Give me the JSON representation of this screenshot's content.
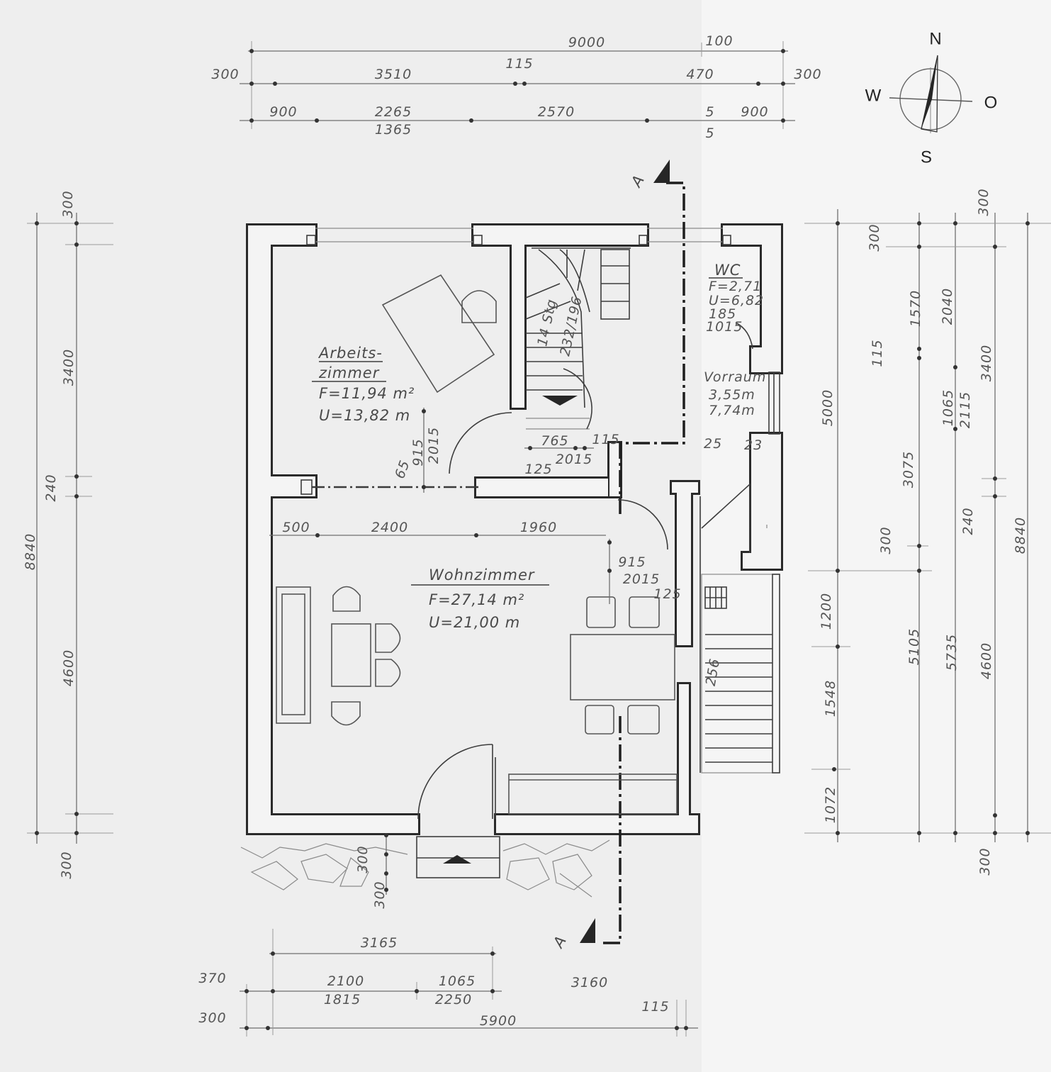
{
  "compass": {
    "north": "N",
    "west": "W",
    "east": "O",
    "south": "S"
  },
  "section": {
    "top_label": "A",
    "bottom_label": "A"
  },
  "dims": {
    "top": {
      "row1": [
        "9000",
        "100"
      ],
      "row2": [
        "300",
        "3510",
        "115",
        "470",
        "300"
      ],
      "row3": [
        "900",
        "2265",
        "1365",
        "2570",
        "5",
        "5",
        "900"
      ]
    },
    "left": [
      "300",
      "3400",
      "240",
      "8840",
      "4600",
      "300"
    ],
    "right": {
      "stair_column": [
        "5000",
        "1200",
        "1548",
        "1072"
      ],
      "column_a": [
        "300",
        "115",
        "3075",
        "300"
      ],
      "column_b": [
        "1570",
        "1065",
        "5105"
      ],
      "column_c": [
        "2040",
        "2115",
        "5735"
      ],
      "column_d": [
        "300",
        "3400",
        "240",
        "4600",
        "300"
      ],
      "total": "8840"
    },
    "living_row": [
      "500",
      "2400",
      "1960"
    ],
    "entrance_steps": [
      "300",
      "300"
    ],
    "bottom": {
      "row1": [
        "3165"
      ],
      "row2": [
        "370",
        "2100",
        "1815",
        "1065",
        "2250",
        "3160"
      ],
      "row3": [
        "300",
        "5900",
        "115"
      ]
    }
  },
  "rooms": {
    "study": {
      "name_line1": "Arbeits-",
      "name_line2": "zimmer",
      "area": "F=11,94 m²",
      "perimeter": "U=13,82 m"
    },
    "living": {
      "name": "Wohnzimmer",
      "area": "F=27,14 m²",
      "perimeter": "U=21,00 m"
    },
    "wc": {
      "name": "WC",
      "area": "F=2,71",
      "perimeter": "U=6,82",
      "window_width": "185",
      "window_height": "1015"
    },
    "vestibule": {
      "name": "Vorraum",
      "area": "3,55m",
      "perimeter": "7,74m",
      "marks": [
        "25",
        "23"
      ]
    }
  },
  "stair": {
    "steps": "14 Stg",
    "rise_run": "232/196",
    "cellar_stair": "256"
  },
  "openings": {
    "study_door": {
      "width": "915",
      "height": "2015",
      "offset": "65"
    },
    "hall": {
      "width": "765",
      "height": "2015",
      "sill": "125",
      "wall": "115"
    },
    "living_door": {
      "width": "915",
      "height": "2015",
      "sill": "125"
    }
  },
  "colors": {
    "paper": "#eeeeee",
    "ink": "#2a2a2a",
    "dimension_ink": "#6f6f6f"
  }
}
